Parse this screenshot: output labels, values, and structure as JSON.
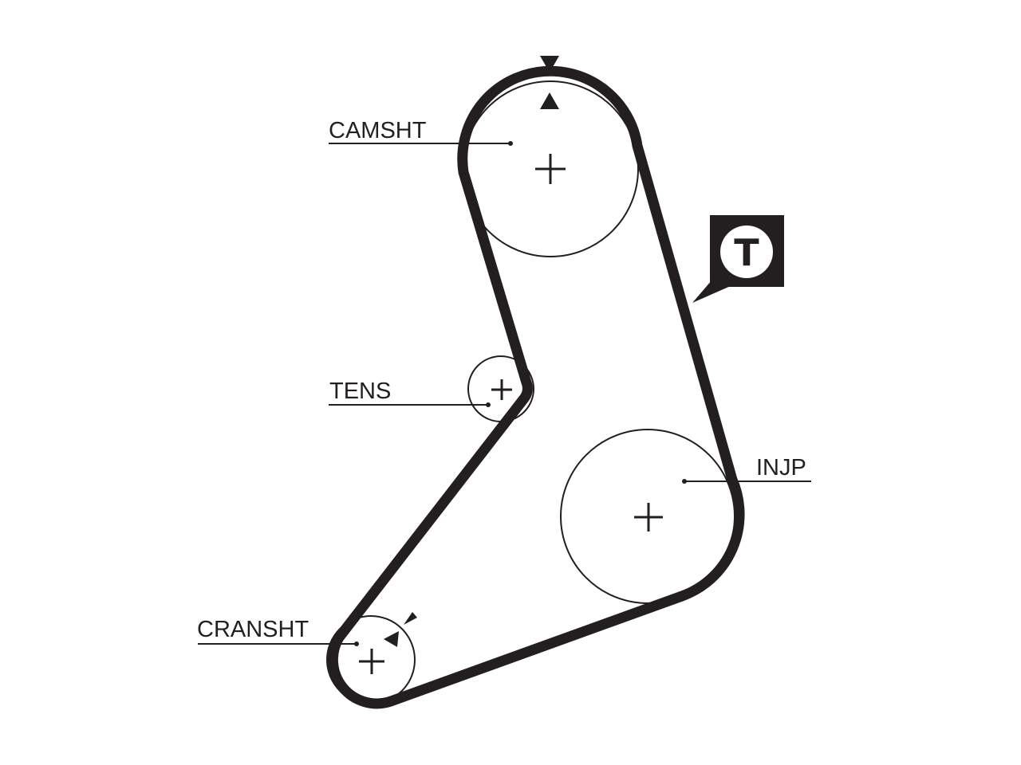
{
  "diagram": {
    "labels": {
      "camshaft": "CAMSHT",
      "tensioner": "TENS",
      "injection_pump": "INJP",
      "crankshaft": "CRANSHT"
    },
    "tension_badge": "T"
  },
  "colors": {
    "ink": "#231f20",
    "background": "#ffffff"
  },
  "icons": {
    "tension_badge": "tension-callout-icon",
    "timing_marks": "triangle-marker-icon",
    "pulley_centers": "plus-icon"
  }
}
